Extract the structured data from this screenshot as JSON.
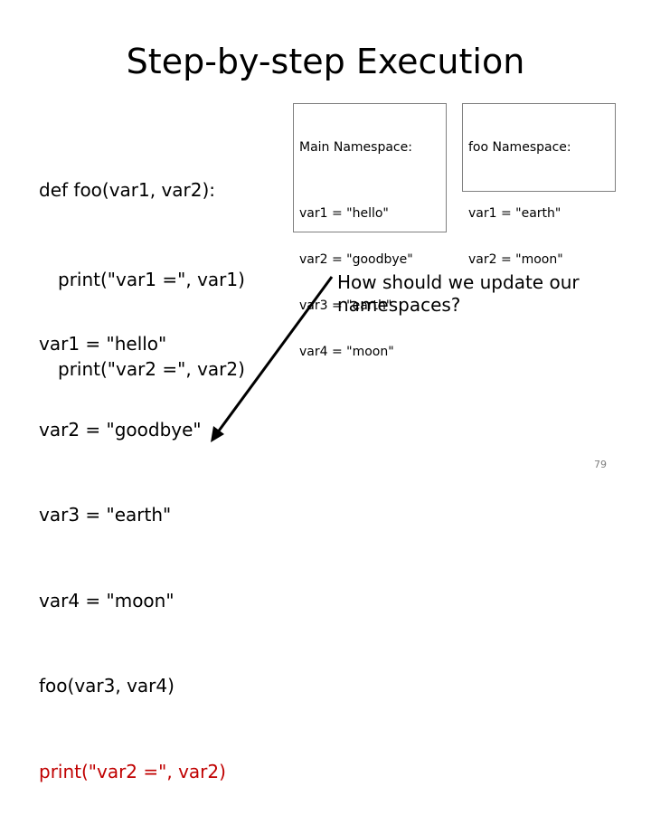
{
  "slide": {
    "title": "Step-by-step Execution",
    "page_number": "79"
  },
  "code_def": [
    "def foo(var1, var2):",
    "print(\"var1 =\", var1)",
    "print(\"var2 =\", var2)"
  ],
  "code_main": [
    "var1 = \"hello\"",
    "var2 = \"goodbye\"",
    "var3 = \"earth\"",
    "var4 = \"moon\"",
    "foo(var3, var4)",
    "print(\"var2 =\", var2)"
  ],
  "main_namespace": {
    "header": "Main Namespace:",
    "lines": [
      "var1 = \"hello\"",
      "var2 = \"goodbye\"",
      "var3 = \"earth\"",
      "var4 = \"moon\""
    ]
  },
  "foo_namespace": {
    "header": "foo Namespace:",
    "lines": [
      "var1 = \"earth\"",
      "var2 = \"moon\""
    ]
  },
  "question": "How should we update our namespaces?",
  "colors": {
    "highlight": "#c00000",
    "box_border": "#7f7f7f"
  }
}
